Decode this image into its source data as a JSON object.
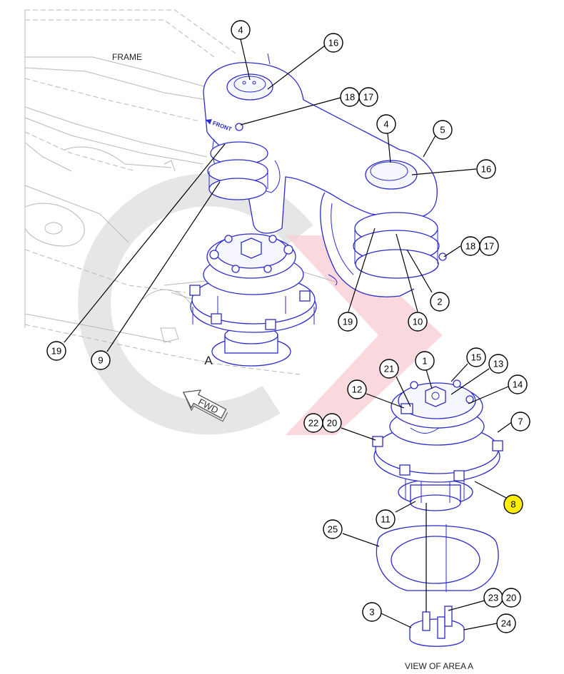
{
  "labels": {
    "frame": "FRAME",
    "area": "A",
    "fwd": "FWD",
    "front": "FRONT",
    "view": "VIEW OF AREA A"
  },
  "callouts": {
    "top_4": "4",
    "top_16": "16",
    "top_18": "18",
    "top_17": "17",
    "mid_4": "4",
    "mid_5": "5",
    "mid_16": "16",
    "right_18": "18",
    "right_17": "17",
    "left_19": "19",
    "left_9": "9",
    "bot_19": "19",
    "bot_10": "10",
    "bot_2": "2",
    "a_1": "1",
    "a_15": "15",
    "a_13": "13",
    "a_21": "21",
    "a_12": "12",
    "a_14": "14",
    "a_22": "22",
    "a_20": "20",
    "a_7": "7",
    "a_8": "8",
    "a_11": "11",
    "a_25": "25",
    "a_23": "23",
    "a_20b": "20",
    "a_3": "3",
    "a_24": "24"
  },
  "colors": {
    "part_line": "#2b2bc9",
    "highlight": "#ffee00",
    "frame_line": "#b8b8b8"
  }
}
